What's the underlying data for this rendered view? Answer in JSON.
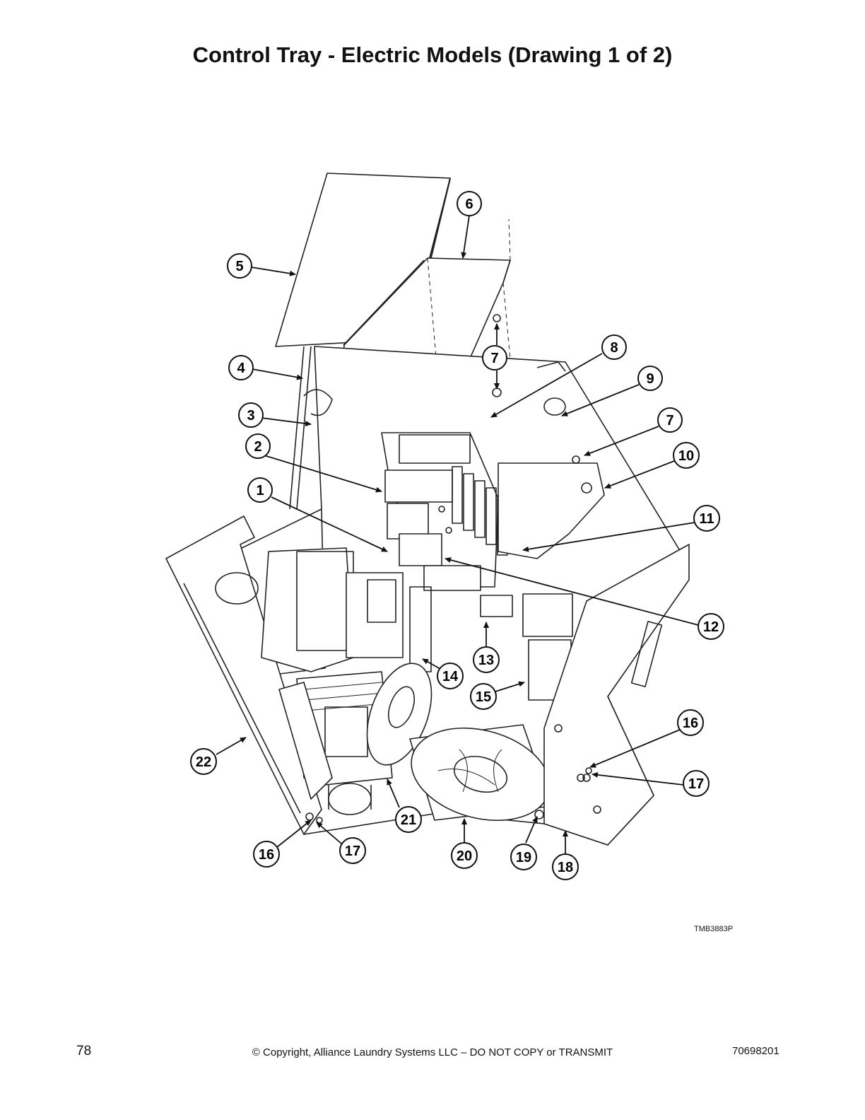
{
  "page": {
    "title": "Control Tray - Electric Models (Drawing 1 of 2)",
    "drawing_ref": "TMB3883P",
    "page_number": "78",
    "copyright": "© Copyright, Alliance Laundry Systems LLC – DO NOT COPY or TRANSMIT",
    "doc_number": "70698201"
  },
  "callouts": [
    "6",
    "5",
    "4",
    "7",
    "7",
    "8",
    "9",
    "3",
    "7",
    "2",
    "10",
    "1",
    "11",
    "12",
    "13",
    "14",
    "15",
    "16",
    "17",
    "22",
    "21",
    "20",
    "19",
    "18",
    "16",
    "17"
  ]
}
